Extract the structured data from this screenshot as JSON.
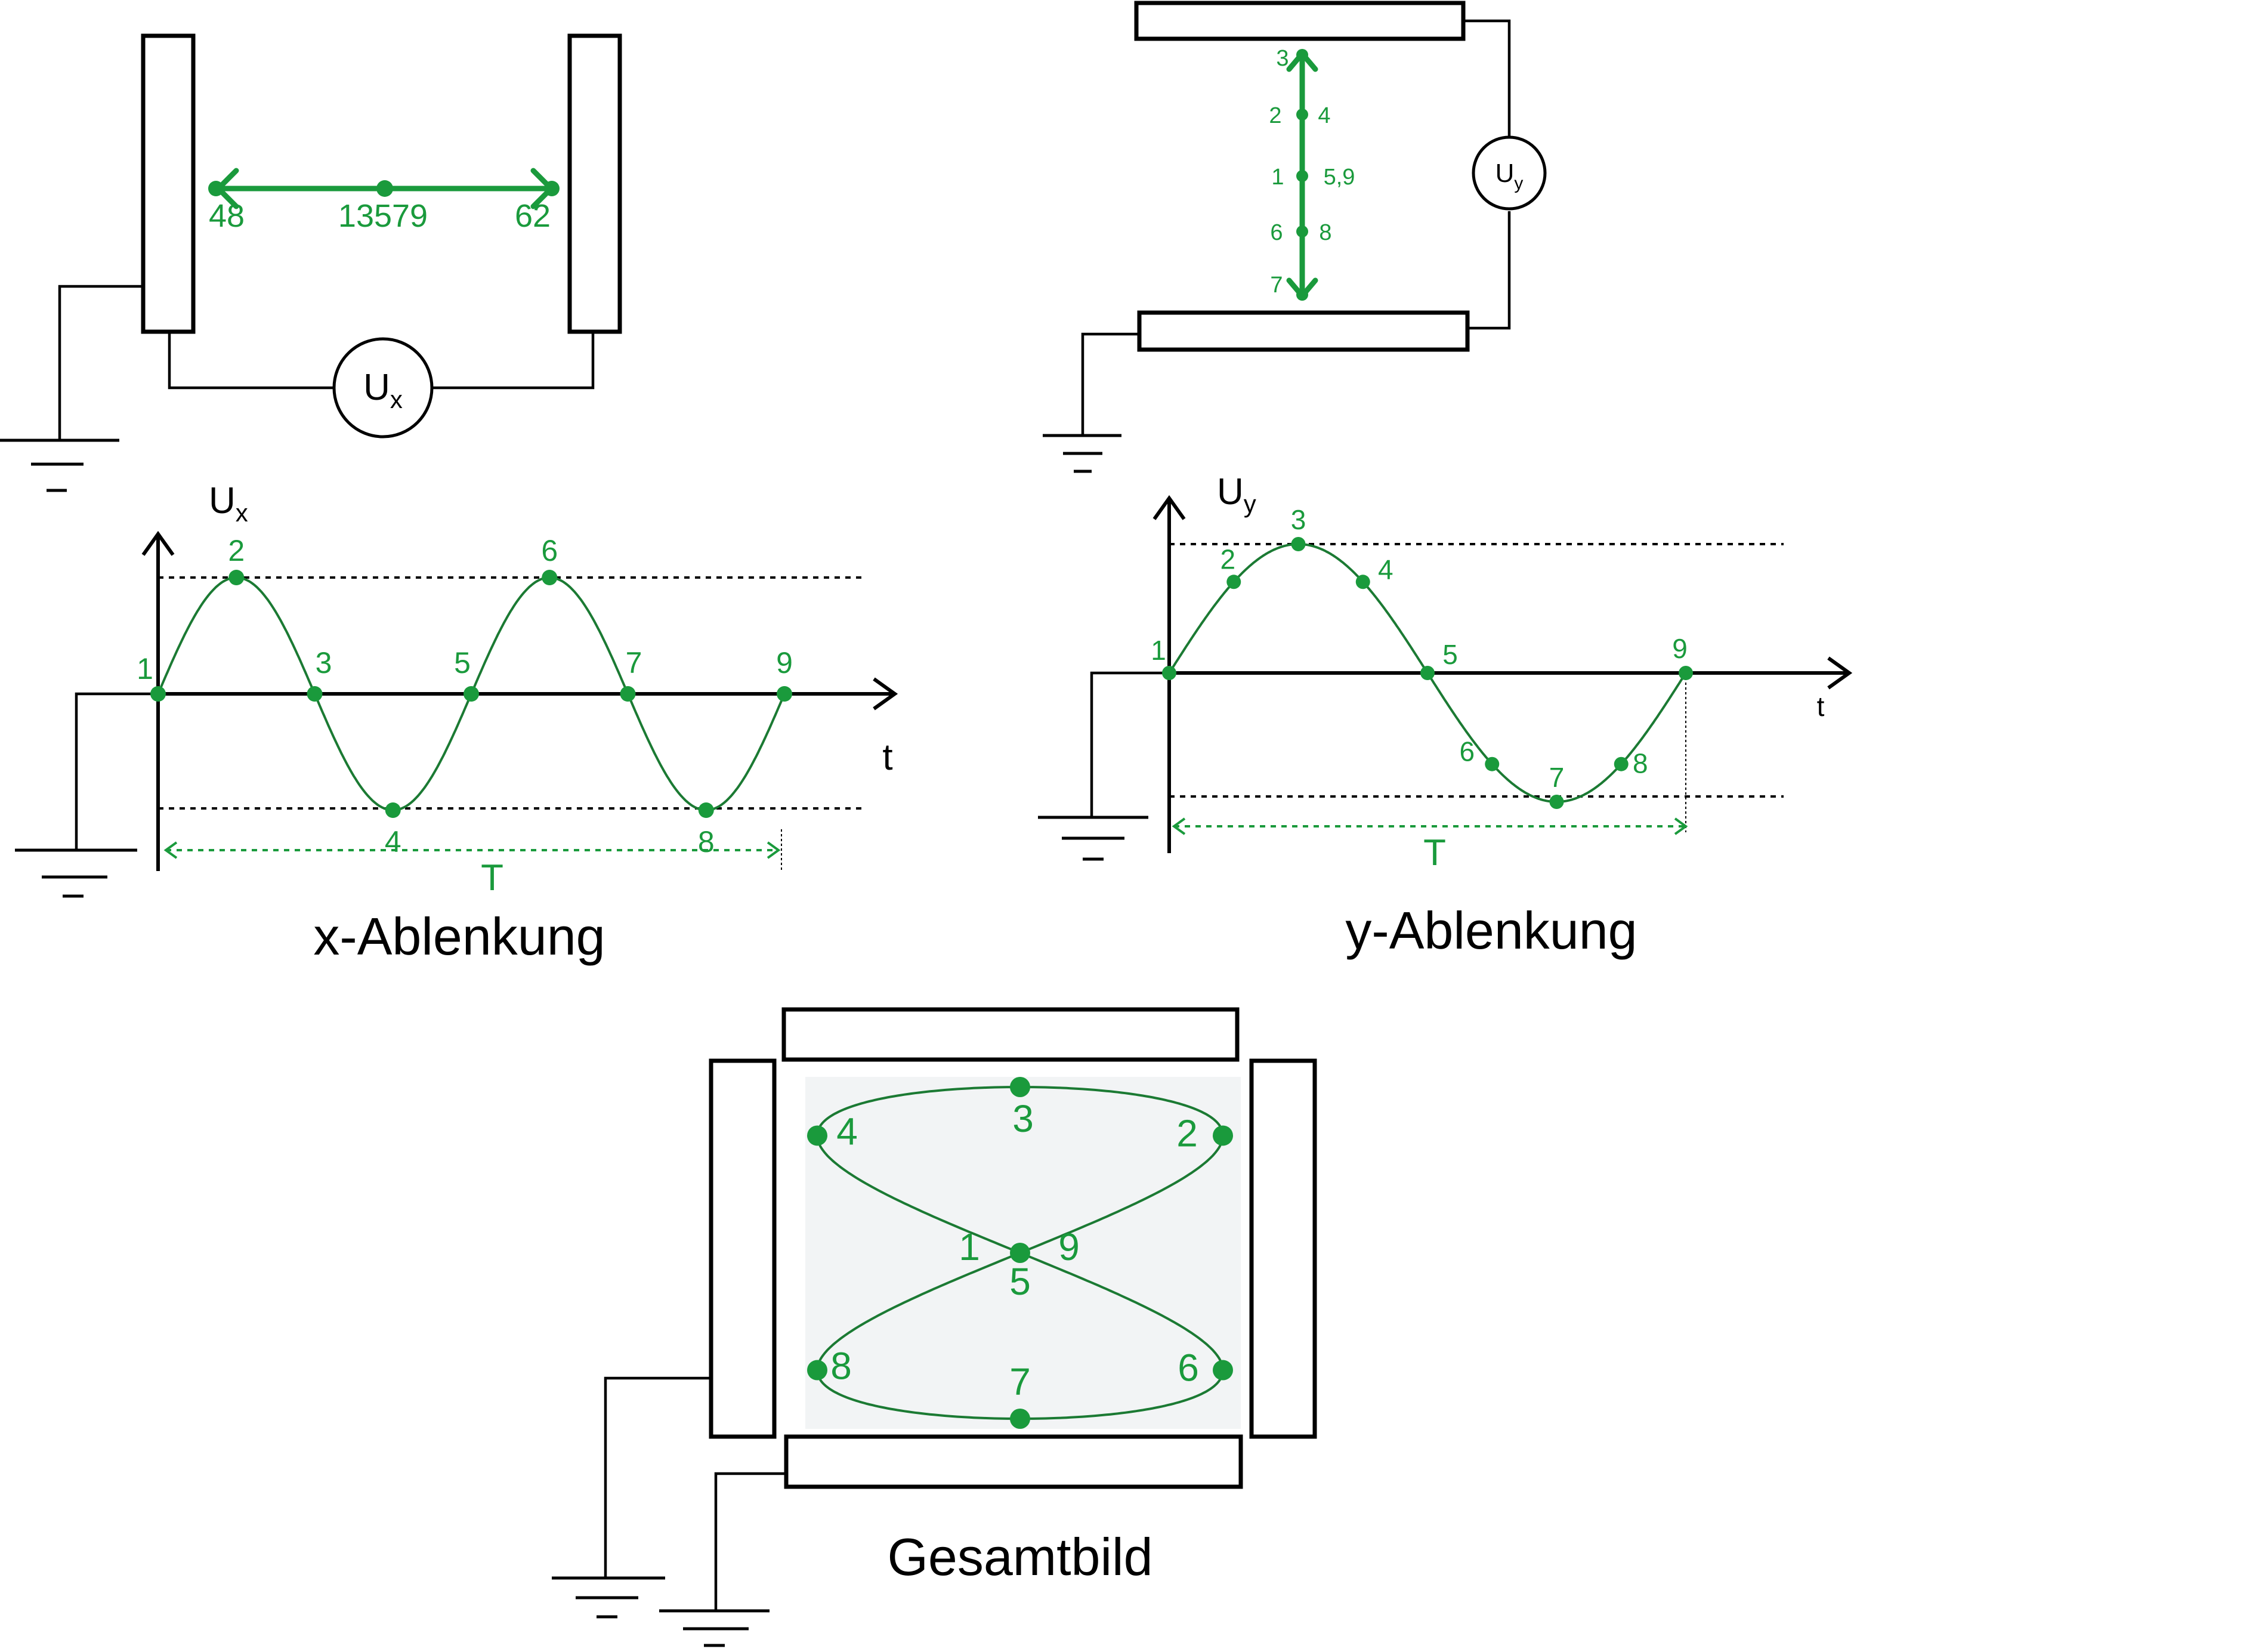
{
  "colors": {
    "green": "#1a9a3c",
    "curve": "#1b7a33",
    "screen": "#f2f4f5"
  },
  "x_deflection": {
    "meter_label": "U",
    "meter_sub": "x",
    "beam_left_label": "48",
    "beam_center_label": "13579",
    "beam_right_label": "62"
  },
  "y_deflection": {
    "meter_label": "U",
    "meter_sub": "y",
    "beam_labels": {
      "p3": "3",
      "p2": "2",
      "p4": "4",
      "p1": "1",
      "p59": "5,9",
      "p6": "6",
      "p8": "8",
      "p7": "7"
    }
  },
  "x_plot": {
    "ylabel": "U",
    "ylabel_sub": "x",
    "xlabel": "t",
    "period_label": "T",
    "caption": "x-Ablenkung",
    "points": [
      "1",
      "2",
      "3",
      "4",
      "5",
      "6",
      "7",
      "8",
      "9"
    ]
  },
  "y_plot": {
    "ylabel": "U",
    "ylabel_sub": "y",
    "xlabel": "t",
    "period_label": "T",
    "caption": "y-Ablenkung",
    "points": [
      "1",
      "2",
      "3",
      "4",
      "5",
      "6",
      "7",
      "8",
      "9"
    ]
  },
  "combined": {
    "caption": "Gesamtbild",
    "points": [
      "1",
      "2",
      "3",
      "4",
      "5",
      "6",
      "7",
      "8",
      "9"
    ]
  },
  "chart_data": [
    {
      "type": "line",
      "name_printed": "x-Ablenkung",
      "xlabel": "t",
      "ylabel": "Ux",
      "x": [
        0,
        1,
        2,
        3,
        4,
        5,
        6,
        7,
        8
      ],
      "values": [
        0,
        1,
        0,
        -1,
        0,
        1,
        0,
        -1,
        0
      ],
      "point_labels": [
        "1",
        "2",
        "3",
        "4",
        "5",
        "6",
        "7",
        "8",
        "9"
      ],
      "period_label": "T",
      "grid": false
    },
    {
      "type": "line",
      "name_printed": "y-Ablenkung",
      "xlabel": "t",
      "ylabel": "Uy",
      "x": [
        0,
        1,
        2,
        3,
        4,
        5,
        6,
        7,
        8
      ],
      "values": [
        0,
        0.707,
        1,
        0.707,
        0,
        -0.707,
        -1,
        -0.707,
        0
      ],
      "point_labels": [
        "1",
        "2",
        "3",
        "4",
        "5",
        "6",
        "7",
        "8",
        "9"
      ],
      "period_label": "T",
      "grid": false
    }
  ]
}
